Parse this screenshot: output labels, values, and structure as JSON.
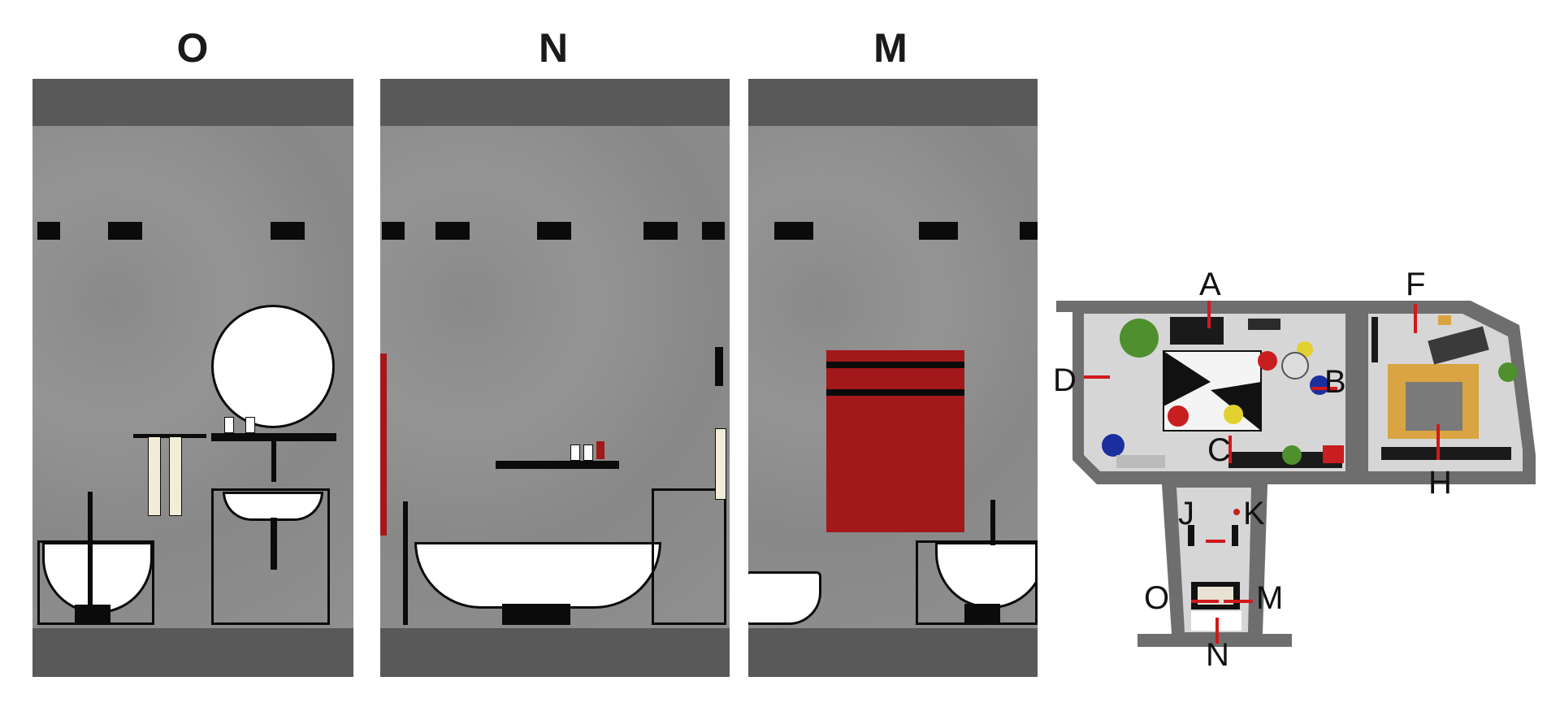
{
  "elevations": [
    {
      "id": "O"
    },
    {
      "id": "N"
    },
    {
      "id": "M"
    }
  ],
  "plan_labels": [
    "A",
    "B",
    "C",
    "D",
    "F",
    "H",
    "J",
    "K",
    "O",
    "M",
    "N"
  ],
  "colors": {
    "wall": "#8c8c8c",
    "band": "#595959",
    "accent_red": "#a3181b",
    "fixture_white": "#ffffff",
    "fixture_black": "#0b0b0b",
    "plan_wall": "#6e6e6e",
    "plan_floor": "#d6d6d6"
  }
}
